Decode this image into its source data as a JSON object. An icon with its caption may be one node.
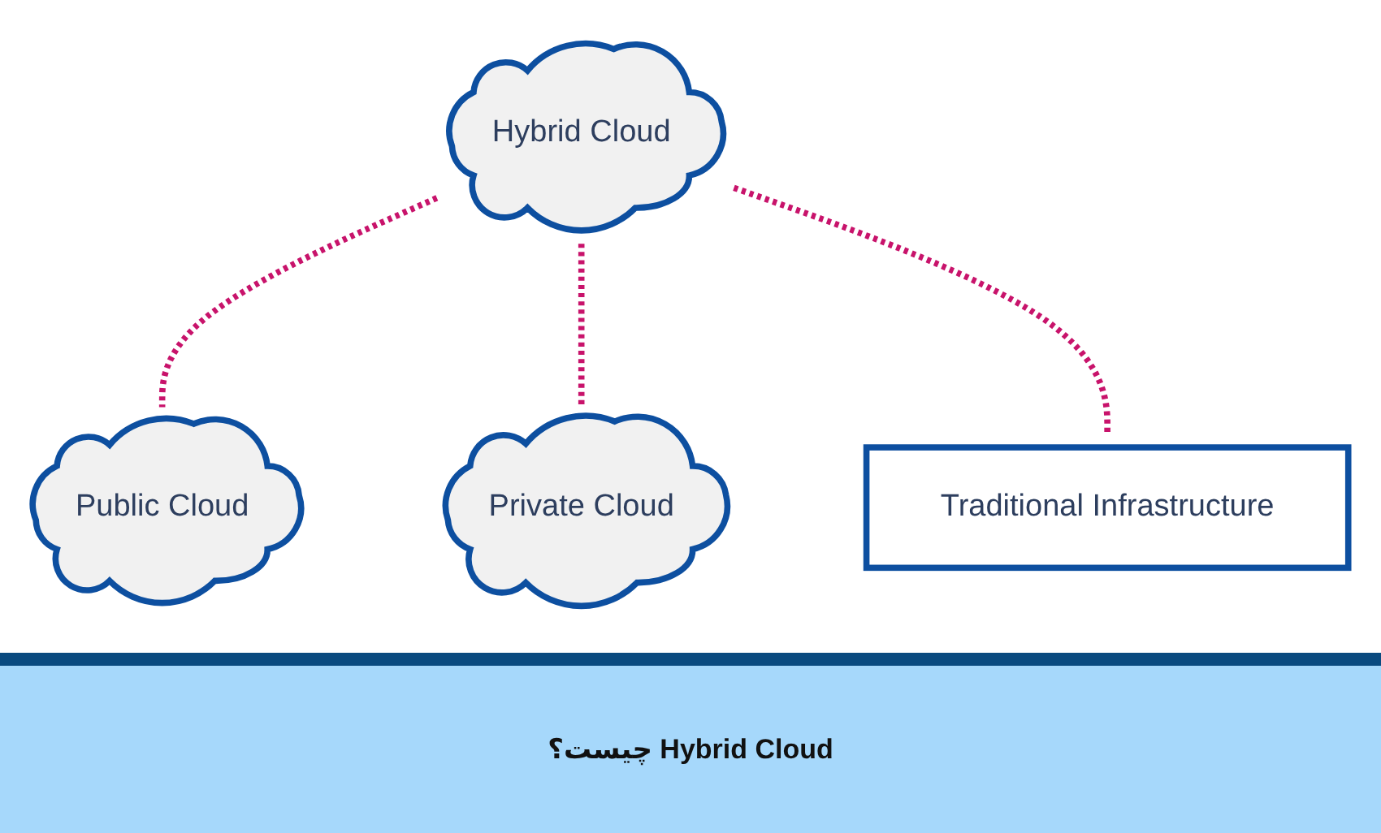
{
  "diagram": {
    "caption": "Hybrid Cloud چیست؟",
    "nodes": [
      {
        "text": [
          "Hybrid Cloud"
        ]
      },
      {
        "text": [
          "Public Cloud"
        ]
      },
      {
        "text": [
          "Private Cloud"
        ]
      },
      {
        "text": [
          "Traditional Infrastructure"
        ]
      }
    ],
    "edges": [
      {
        "from": 0,
        "to": 1,
        "arrow": "none",
        "style": "dashed"
      },
      {
        "from": 0,
        "to": 2,
        "arrow": "none",
        "style": "dashed"
      },
      {
        "from": 0,
        "to": 3,
        "arrow": "none",
        "style": "dashed"
      }
    ]
  }
}
